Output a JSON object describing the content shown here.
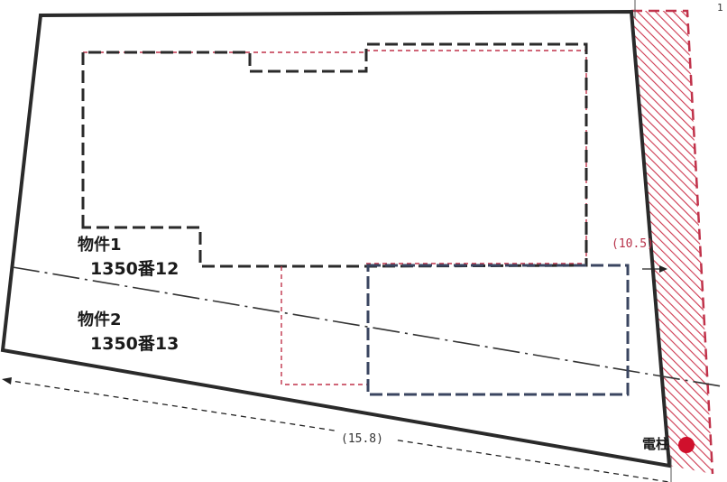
{
  "labels": {
    "property1_name": "物件1",
    "property1_lot": "1350番12",
    "property2_name": "物件2",
    "property2_lot": "1350番13",
    "utility_pole": "電柱",
    "dim_right": "(10.5)",
    "dim_bottom": "(15.8)",
    "corner_mark": "1"
  },
  "colors": {
    "boundary": "#2a2a2a",
    "red_dashed": "#c0324a",
    "hatch": "#c8223c",
    "navy_dashed": "#3a4560",
    "pole": "#d0102c"
  }
}
